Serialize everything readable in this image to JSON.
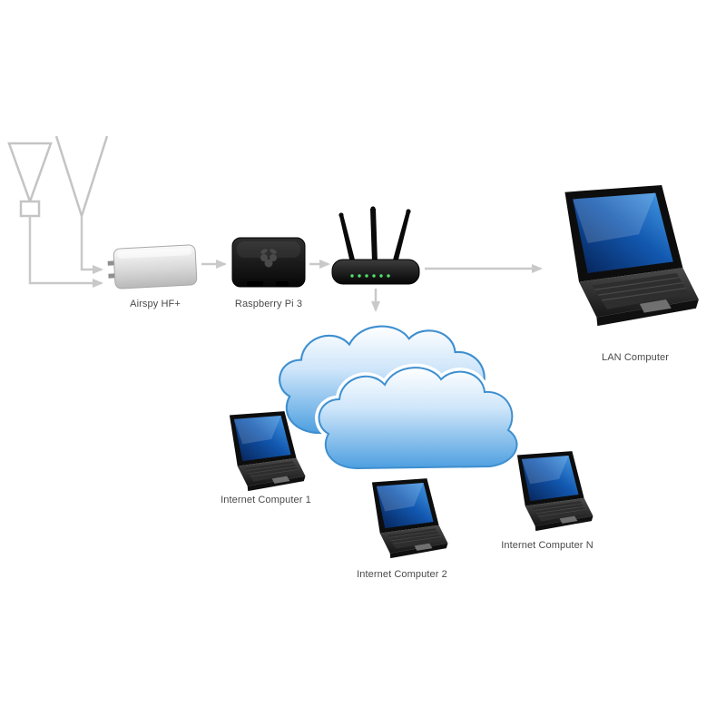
{
  "diagram": {
    "nodes": [
      {
        "id": "loop-antenna",
        "label": ""
      },
      {
        "id": "dipole-antenna",
        "label": ""
      },
      {
        "id": "airspy",
        "label": "Airspy HF+"
      },
      {
        "id": "raspberry-pi",
        "label": "Raspberry Pi 3"
      },
      {
        "id": "wifi-router",
        "label": ""
      },
      {
        "id": "lan-computer",
        "label": "LAN Computer"
      },
      {
        "id": "internet-cloud",
        "label": ""
      },
      {
        "id": "internet-computer-1",
        "label": "Internet Computer 1"
      },
      {
        "id": "internet-computer-2",
        "label": "Internet Computer 2"
      },
      {
        "id": "internet-computer-n",
        "label": "Internet Computer N"
      }
    ],
    "edges": [
      {
        "from": "loop-antenna",
        "to": "airspy"
      },
      {
        "from": "dipole-antenna",
        "to": "airspy"
      },
      {
        "from": "airspy",
        "to": "raspberry-pi"
      },
      {
        "from": "raspberry-pi",
        "to": "wifi-router"
      },
      {
        "from": "wifi-router",
        "to": "lan-computer"
      },
      {
        "from": "wifi-router",
        "to": "internet-cloud"
      },
      {
        "from": "internet-cloud",
        "to": "internet-computer-1"
      },
      {
        "from": "internet-cloud",
        "to": "internet-computer-2"
      },
      {
        "from": "internet-cloud",
        "to": "internet-computer-n"
      }
    ],
    "colors": {
      "connector_arrow": "#c9c9c9",
      "antenna_line": "#c4c4c4",
      "cloud_fill_top": "#ffffff",
      "cloud_fill_bottom": "#4d9fe0",
      "cloud_stroke": "#3e8fd0",
      "screen_blue_dark": "#062052",
      "screen_blue_light": "#4aa0ea",
      "device_black": "#0d0d0d",
      "airspy_silver": "#d9d9d9",
      "router_led_green": "#52e06a",
      "label_text": "#4a4a4a",
      "background": "#ffffff"
    }
  }
}
